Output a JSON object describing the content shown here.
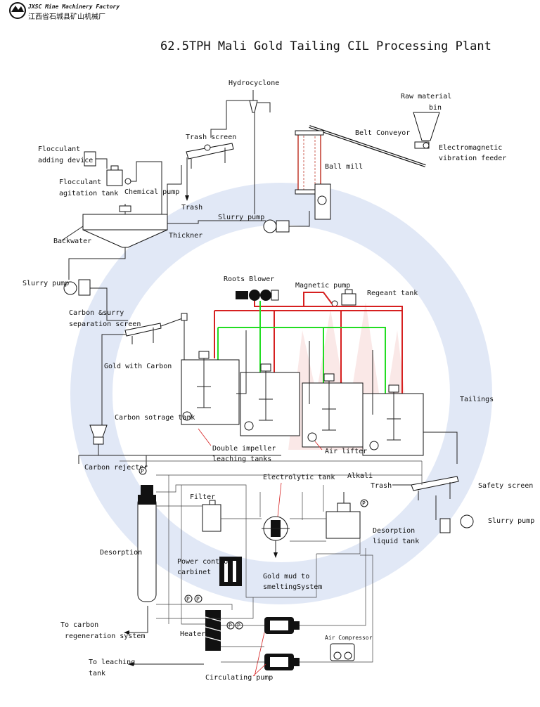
{
  "brand": {
    "company_en": "JXSC Mine Machinery Factory",
    "company_cn": "江西省石城县矿山机械厂",
    "logo_icon": "jxsc-logo-icon"
  },
  "title": "62.5TPH Mali Gold Tailing CIL Processing Plant",
  "colors": {
    "air_line": "#d62020",
    "reagent_line": "#22dd22",
    "watermark": "#c9d6ef"
  },
  "labels": {
    "hydrocyclone": "Hydrocyclone",
    "raw_material": "Raw material",
    "bin": "bin",
    "belt_conveyor": "Belt Conveyor",
    "trash_screen": "Trash screen",
    "electromagnetic": "Electromagnetic",
    "vibration_feeder": "vibration feeder",
    "ball_mill": "Ball mill",
    "flocculant_device_1": "Flocculant",
    "flocculant_device_2": "adding device",
    "flocculant_tank_1": "Flocculant",
    "flocculant_tank_2": "agitation tank",
    "chemical_pump": "Chemical pump",
    "trash_top": "Trash",
    "slurry_pump_top": "Slurry pump",
    "backwater": "Backwater",
    "thickner": "Thickner",
    "slurry_pump_left": "Slurry pump",
    "roots_blower": "Roots Blower",
    "magnetic_pump": "Magnetic pump",
    "regeant_tank": "Regeant tank",
    "carbon_screen_1": "Carbon &surry",
    "carbon_screen_2": "separation screen",
    "gold_with_carbon": "Gold with Carbon",
    "tailings": "Tailings",
    "carbon_storage_tank": "Carbon sotrage tank",
    "double_impeller_1": "Double impeller",
    "double_impeller_2": "leaching tanks",
    "air_lifter": "Air lifter",
    "carbon_rejector": "Carbon rejector",
    "electrolytic_tank": "Electrolytic tank",
    "alkali": "Alkali",
    "trash_right": "Trash",
    "safety_screen": "Safety screen",
    "filter": "Filter",
    "slurry_pump_right": "Slurry pump",
    "desorption_liquid_1": "Desorption",
    "desorption_liquid_2": "liquid tank",
    "desorption": "Desorption",
    "power_control_1": "Power control",
    "power_control_2": "carbinet",
    "gold_mud_1": "Gold mud to",
    "gold_mud_2": "smeltingSystem",
    "carbon_regen_1": "To carbon",
    "carbon_regen_2": "regeneration system",
    "heater": "Heater",
    "air_compressor": "Air Compressor",
    "to_leaching_1": "To leaching",
    "to_leaching_2": "tank",
    "circulating_pump": "Circulating pump",
    "gauge_p": "P"
  }
}
